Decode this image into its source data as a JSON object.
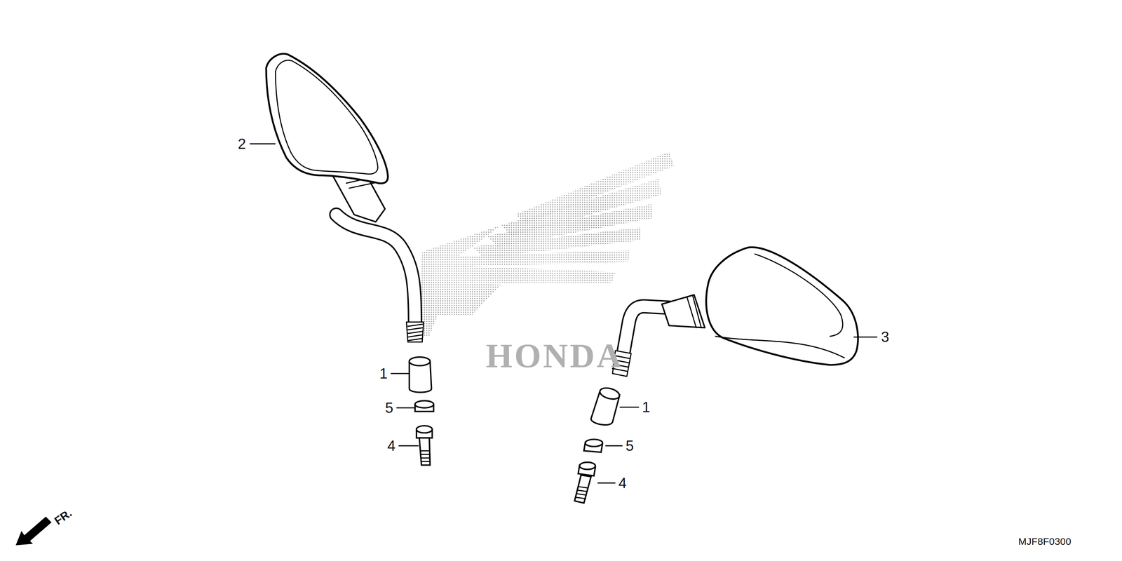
{
  "diagram": {
    "labels": [
      "2",
      "1",
      "5",
      "4",
      "3",
      "1",
      "5",
      "4",
      "HONDA",
      "FR.",
      "MJF8F0300"
    ]
  }
}
